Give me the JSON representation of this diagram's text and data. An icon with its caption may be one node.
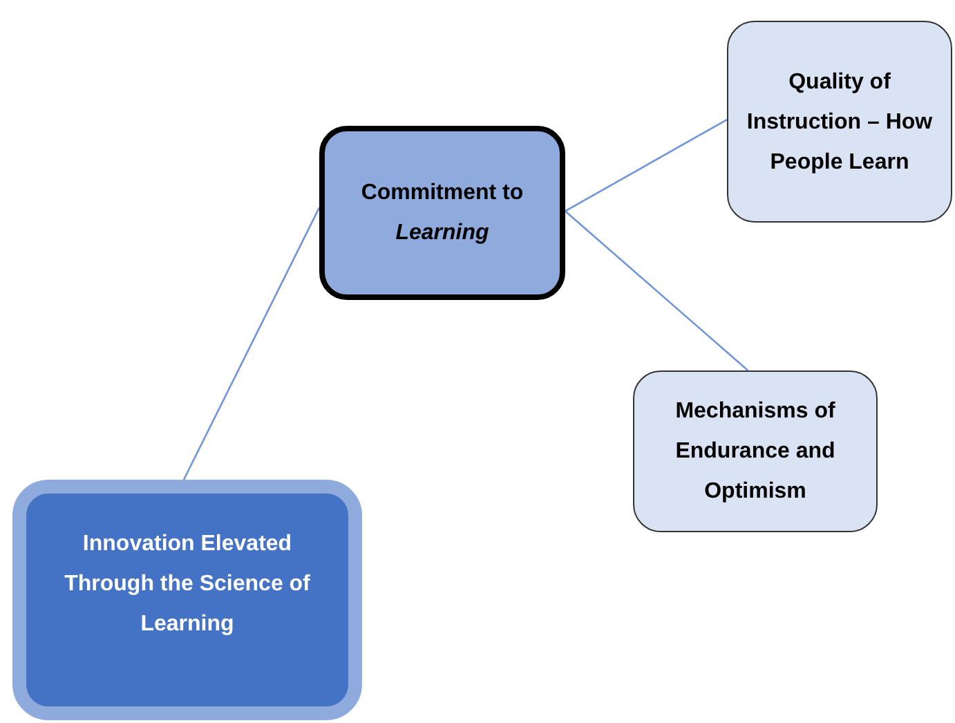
{
  "diagram": {
    "nodes": [
      {
        "text": [
          "Quality of Instruction – How People Learn"
        ]
      },
      {
        "text": [
          "Commitment to *Learning*"
        ]
      },
      {
        "text": [
          "Mechanisms of Endurance and Optimism"
        ]
      },
      {
        "text": [
          "Innovation Elevated Through the Science of Learning"
        ]
      }
    ],
    "edges": [
      {
        "from": 3,
        "to": 1,
        "arrow": "none"
      },
      {
        "from": 1,
        "to": 0,
        "arrow": "none"
      },
      {
        "from": 1,
        "to": 2,
        "arrow": "none"
      }
    ]
  }
}
